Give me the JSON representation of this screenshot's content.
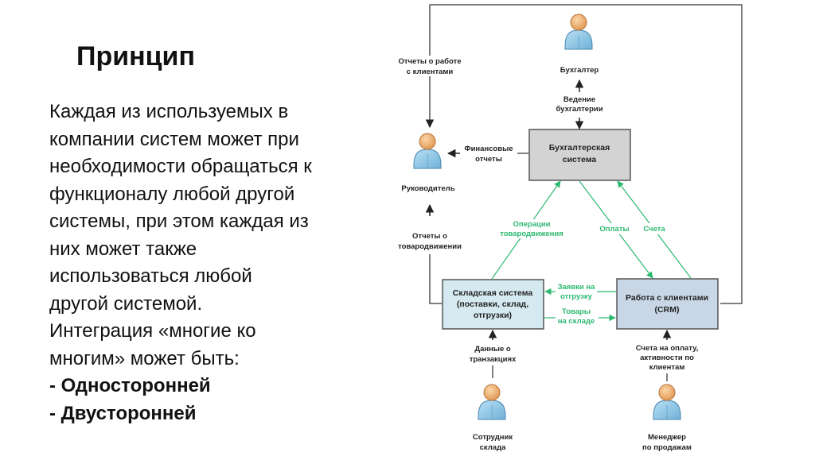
{
  "slide": {
    "title": "Принцип",
    "body_lines": [
      "Каждая из используемых в",
      "компании систем может при",
      "необходимости обращаться к",
      "функционалу любой другой",
      "системы, при этом каждая из",
      "них может также",
      "использоваться любой",
      "другой системой.",
      "Интеграция «многие ко",
      "многим» может быть:"
    ],
    "bold_lines": [
      "- Односторонней",
      "- Двусторонней"
    ]
  },
  "diagram": {
    "colors": {
      "line": "#555555",
      "green": "#2db870",
      "accounting_box": "#d3d3d3",
      "warehouse_box": "#d4e9f0",
      "crm_box": "#c8d6e6",
      "person_head": "#f0b070",
      "person_body": "#8ec8e8"
    },
    "boxes": {
      "accounting": [
        "Бухгалтерская",
        "система"
      ],
      "warehouse": [
        "Складская система",
        "(поставки, склад,",
        "отгрузки)"
      ],
      "crm": [
        "Работа с клиентами",
        "(CRM)"
      ]
    },
    "people": {
      "accountant": [
        "Бухгалтер"
      ],
      "manager": [
        "Руководитель"
      ],
      "warehouse_worker": [
        "Сотрудник",
        "склада"
      ],
      "sales_manager": [
        "Менеджер",
        "по продажам"
      ]
    },
    "flows": {
      "client_reports": [
        "Отчеты о работе",
        "с клиентами"
      ],
      "bookkeeping": [
        "Ведение",
        "бухгалтерии"
      ],
      "financial_reports": [
        "Финансовые",
        "отчеты"
      ],
      "movement_reports": [
        "Отчеты о",
        "товародвижении"
      ],
      "goods_operations": [
        "Операции",
        "товародвижения"
      ],
      "payments": [
        "Оплаты"
      ],
      "invoices": [
        "Счета"
      ],
      "shipment_requests": [
        "Заявки на",
        "отгрузку"
      ],
      "goods_in_stock": [
        "Товары",
        "на складе"
      ],
      "transaction_data": [
        "Данные о",
        "транзакциях"
      ],
      "crm_inputs": [
        "Счета на оплату,",
        "активности по",
        "клиентам"
      ]
    }
  }
}
